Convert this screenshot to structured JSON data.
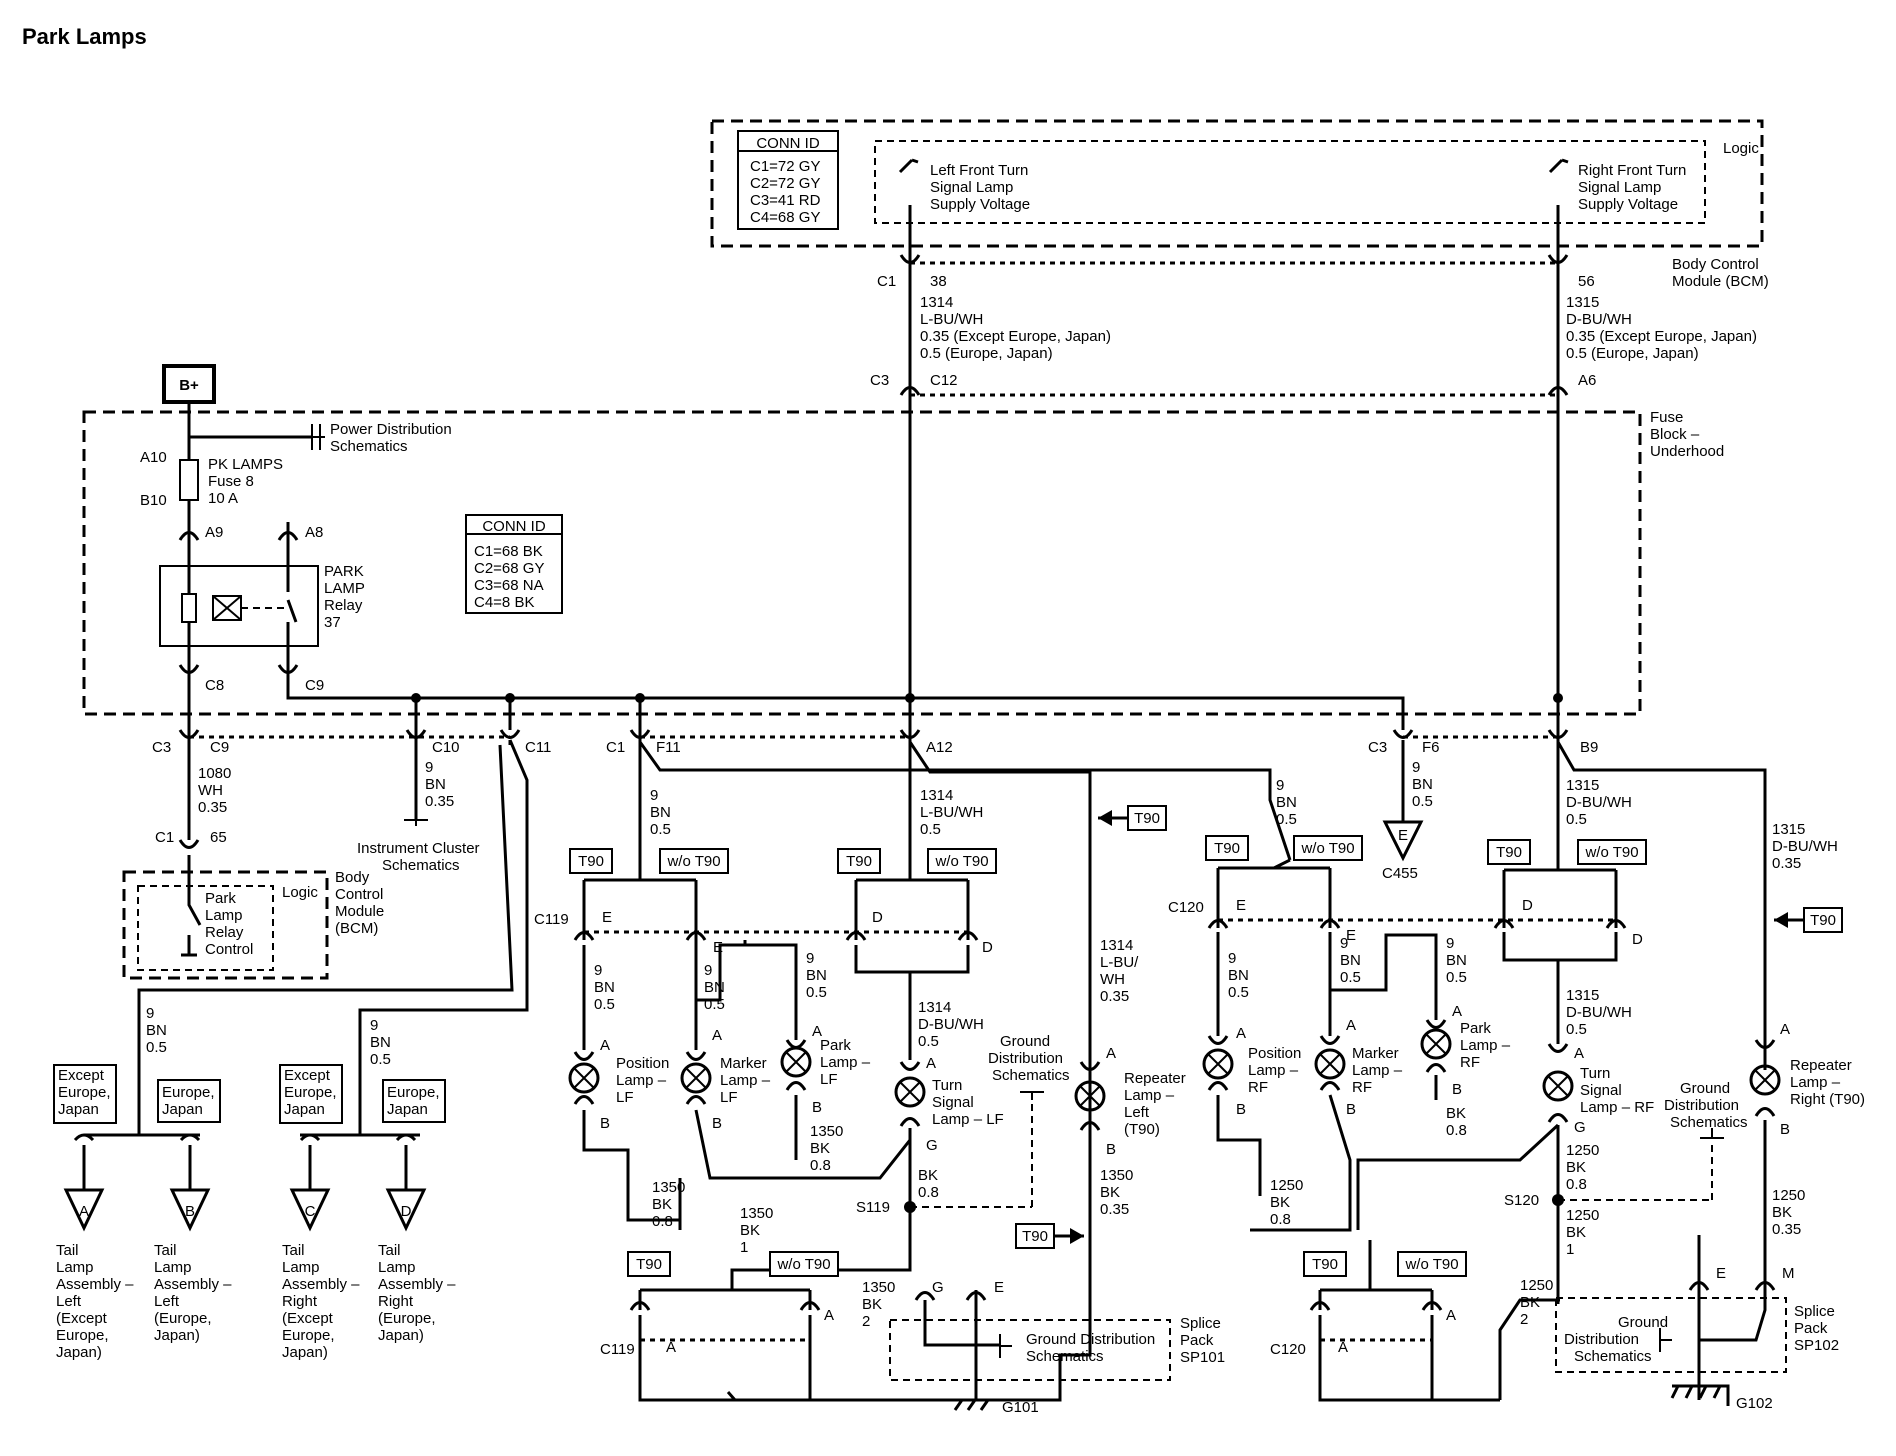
{
  "title": "Park Lamps",
  "bcm_top": {
    "conn_id": {
      "header": "CONN ID",
      "lines": [
        "C1=72 GY",
        "C2=72 GY",
        "C3=41 RD",
        "C4=68 GY"
      ]
    },
    "logic": "Logic",
    "left_input": [
      "Left Front Turn",
      "Signal Lamp",
      "Supply Voltage"
    ],
    "right_input": [
      "Right Front Turn",
      "Signal Lamp",
      "Supply Voltage"
    ],
    "label": [
      "Body Control",
      "Module (BCM)"
    ]
  },
  "wires": {
    "w1314": [
      "1314",
      "L-BU/WH",
      "0.35 (Except Europe, Japan)",
      "0.5 (Europe, Japan)"
    ],
    "w1315": [
      "1315",
      "D-BU/WH",
      "0.35 (Except Europe, Japan)",
      "0.5 (Europe, Japan)"
    ],
    "w1080": [
      "1080",
      "WH",
      "0.35"
    ],
    "w9_035": [
      "9",
      "BN",
      "0.35"
    ],
    "w9_05": [
      "9",
      "BN",
      "0.5"
    ],
    "w1314_lf": [
      "1314",
      "L-BU/WH",
      "0.5"
    ],
    "w1315_rf_mid": [
      "1315",
      "D-BU/WH",
      "0.5"
    ],
    "w1314_db": [
      "1314",
      "D-BU/WH",
      "0.5"
    ],
    "w1315_rep": [
      "1315",
      "D-BU/WH",
      "0.35"
    ],
    "w1314_rep": [
      "1314",
      "L-BU/",
      "WH",
      "0.35"
    ],
    "w1350_08": [
      "1350",
      "BK",
      "0.8"
    ],
    "w1350_035": [
      "1350",
      "BK",
      "0.35"
    ],
    "w1350_1": [
      "1350",
      "BK",
      "1"
    ],
    "w1350_2": [
      "1350",
      "BK",
      "2"
    ],
    "w1250_08": [
      "1250",
      "BK",
      "0.8"
    ],
    "w1250_035": [
      "1250",
      "BK",
      "0.35"
    ],
    "w1250_1": [
      "1250",
      "BK",
      "1"
    ],
    "w1250_2": [
      "1250",
      "BK",
      "2"
    ],
    "bk08": [
      "BK",
      "0.8"
    ]
  },
  "conn": {
    "C1": "C1",
    "C3": "C3",
    "C8": "C8",
    "C9": "C9",
    "C10": "C10",
    "C11": "C11",
    "C12": "C12",
    "C119": "C119",
    "C120": "C120",
    "C455": "C455",
    "p38": "38",
    "p56": "56",
    "A6": "A6",
    "A8": "A8",
    "A9": "A9",
    "A10": "A10",
    "B10": "B10",
    "p65": "65",
    "F11": "F11",
    "A12": "A12",
    "F6": "F6",
    "B9": "B9",
    "A": "A",
    "B": "B",
    "D": "D",
    "E": "E",
    "G": "G",
    "M": "M"
  },
  "bplus": "B+",
  "fuse_block": {
    "label": [
      "Fuse",
      "Block –",
      "Underhood"
    ],
    "fuse": [
      "PK LAMPS",
      "Fuse 8",
      "10 A"
    ],
    "relay": [
      "PARK",
      "LAMP",
      "Relay",
      "37"
    ]
  },
  "power_dist": [
    "Power Distribution",
    "Schematics"
  ],
  "conn_id2": {
    "header": "CONN ID",
    "lines": [
      "C1=68 BK",
      "C2=68 GY",
      "C3=68 NA",
      "C4=8 BK"
    ]
  },
  "instrument": [
    "Instrument Cluster",
    "Schematics"
  ],
  "bcm_small": {
    "logic": "Logic",
    "inner": [
      "Park",
      "Lamp",
      "Relay",
      "Control"
    ],
    "label": [
      "Body",
      "Control",
      "Module",
      "(BCM)"
    ]
  },
  "options": {
    "t90": "T90",
    "wo_t90": "w/o T90",
    "except": [
      "Except",
      "Europe,",
      "Japan"
    ],
    "europe": [
      "Europe,",
      "Japan"
    ]
  },
  "tail": {
    "A": [
      "Tail",
      "Lamp",
      "Assembly –",
      "Left",
      "(Except",
      "Europe,",
      "Japan)"
    ],
    "B": [
      "Tail",
      "Lamp",
      "Assembly –",
      "Left",
      "(Europe,",
      "Japan)"
    ],
    "C": [
      "Tail",
      "Lamp",
      "Assembly –",
      "Right",
      "(Except",
      "Europe,",
      "Japan)"
    ],
    "D": [
      "Tail",
      "Lamp",
      "Assembly –",
      "Right",
      "(Europe,",
      "Japan)"
    ]
  },
  "grounds": {
    "A": "A",
    "B": "B",
    "C": "C",
    "D": "D",
    "E": "E"
  },
  "lamps": {
    "pos_lf": [
      "Position",
      "Lamp –",
      "LF"
    ],
    "mark_lf": [
      "Marker",
      "Lamp –",
      "LF"
    ],
    "park_lf": [
      "Park",
      "Lamp –",
      "LF"
    ],
    "turn_lf": [
      "Turn",
      "Signal",
      "Lamp – LF"
    ],
    "rep_l": [
      "Repeater",
      "Lamp –",
      "Left",
      "(T90)"
    ],
    "pos_rf": [
      "Position",
      "Lamp –",
      "RF"
    ],
    "mark_rf": [
      "Marker",
      "Lamp –",
      "RF"
    ],
    "park_rf": [
      "Park",
      "Lamp –",
      "RF"
    ],
    "turn_rf": [
      "Turn",
      "Signal",
      "Lamp – RF"
    ],
    "rep_r": [
      "Repeater",
      "Lamp –",
      "Right (T90)"
    ]
  },
  "ground_dist": [
    "Ground",
    "Distribution",
    "Schematics"
  ],
  "gds2": [
    "Ground Distribution",
    "Schematics"
  ],
  "splices": {
    "S119": "S119",
    "S120": "S120",
    "sp101": [
      "Splice",
      "Pack",
      "SP101"
    ],
    "sp102": [
      "Splice",
      "Pack",
      "SP102"
    ]
  },
  "ground_pts": {
    "G101": "G101",
    "G102": "G102"
  }
}
